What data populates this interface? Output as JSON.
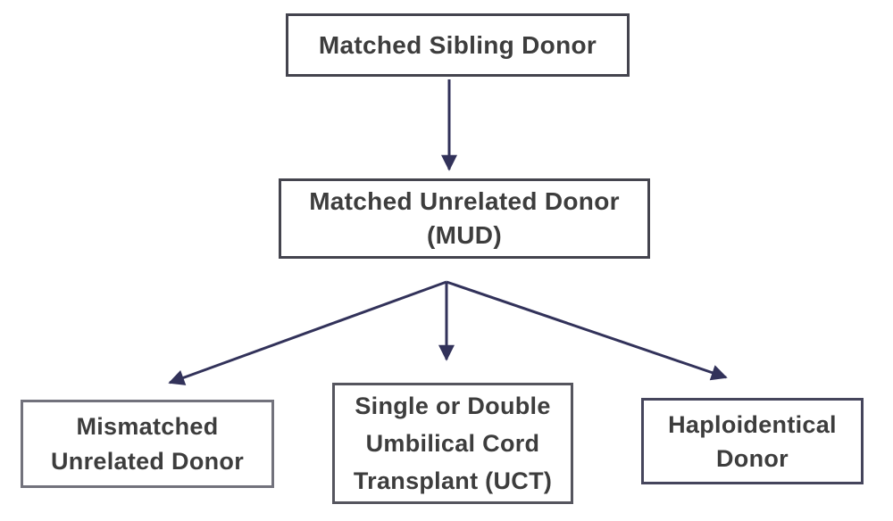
{
  "diagram": {
    "title_hint": "donor-selection-flowchart",
    "colors": {
      "background": "#ffffff",
      "arrow": "#32325a",
      "text": "#3d3d3d"
    },
    "nodes": {
      "msd": {
        "id": "matched-sibling-donor",
        "lines": [
          "Matched Sibling Donor"
        ],
        "border_color": "#44444e"
      },
      "mud": {
        "id": "matched-unrelated-donor",
        "lines": [
          "Matched Unrelated Donor",
          "(MUD)"
        ],
        "border_color": "#44444e"
      },
      "mmud": {
        "id": "mismatched-unrelated-donor",
        "lines": [
          "Mismatched",
          "Unrelated Donor"
        ],
        "border_color": "#72727c"
      },
      "uct": {
        "id": "umbilical-cord-transplant",
        "lines": [
          "Single or Double",
          "Umbilical Cord",
          "Transplant (UCT)"
        ],
        "border_color": "#55555e"
      },
      "haplo": {
        "id": "haploidentical-donor",
        "lines": [
          "Haploidentical",
          "Donor"
        ],
        "border_color": "#45455c"
      }
    },
    "edges": [
      {
        "from": "matched-sibling-donor",
        "to": "matched-unrelated-donor"
      },
      {
        "from": "matched-unrelated-donor",
        "to": "mismatched-unrelated-donor"
      },
      {
        "from": "matched-unrelated-donor",
        "to": "umbilical-cord-transplant"
      },
      {
        "from": "matched-unrelated-donor",
        "to": "haploidentical-donor"
      }
    ]
  }
}
